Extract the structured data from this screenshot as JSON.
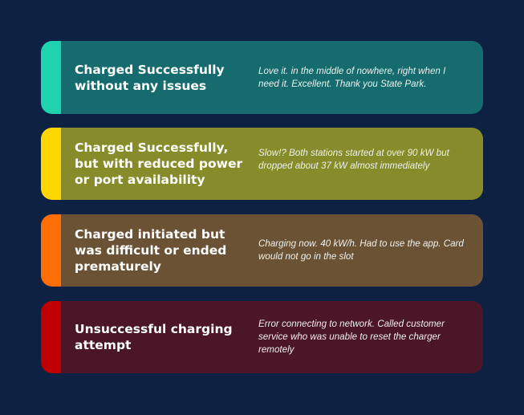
{
  "background_color": "#0f2143",
  "cards": [
    {
      "title": "Charged Successfully without any issues",
      "quote": "Love it. in the middle of nowhere, right when I need it. Excellent. Thank you State Park.",
      "accent_color": "#1fd3b0",
      "body_color": "#156b6e"
    },
    {
      "title": "Charged Successfully, but with reduced power or port availability",
      "quote": "Slow!? Both stations started at over 90 kW but dropped about 37 kW almost immediately",
      "accent_color": "#ffd700",
      "body_color": "#878b29"
    },
    {
      "title": "Charged initiated but was difficult or ended prematurely",
      "quote": "Charging now. 40 kW/h. Had to use the app. Card would not go in the slot",
      "accent_color": "#ff6d05",
      "body_color": "#6b5235"
    },
    {
      "title": "Unsuccessful charging attempt",
      "quote": "Error connecting to network. Called customer service who was unable to reset the charger remotely",
      "accent_color": "#c00000",
      "body_color": "#4a1628"
    }
  ]
}
